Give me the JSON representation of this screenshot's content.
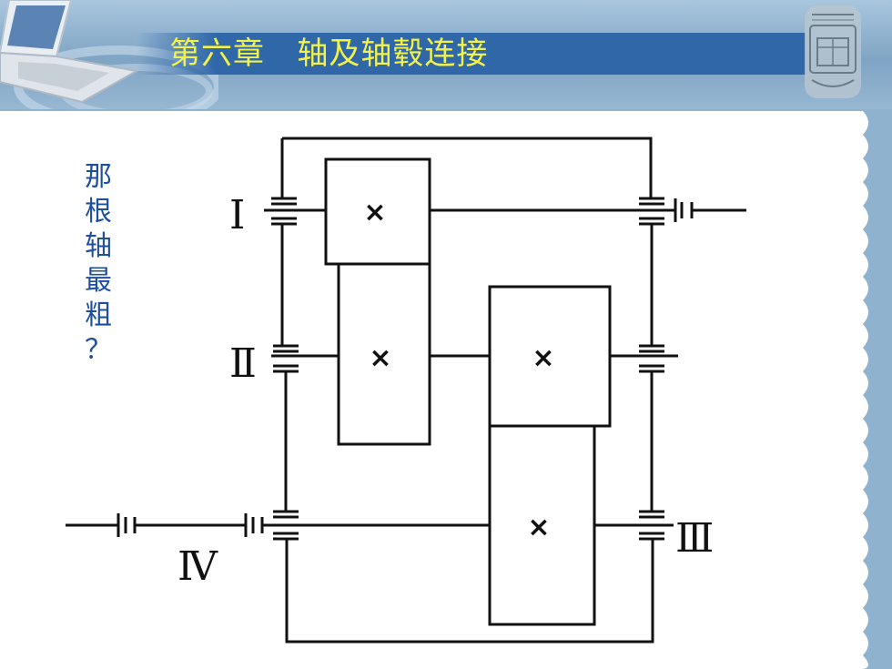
{
  "header": {
    "title": "第六章   轴及轴毂连接"
  },
  "question": {
    "text": "那\n根\n轴\n最\n粗\n？"
  },
  "diagram": {
    "shaft_labels": {
      "shaft_1": "Ⅰ",
      "shaft_2": "Ⅱ",
      "shaft_3": "Ⅲ",
      "shaft_4": "Ⅳ"
    },
    "gear_mark": "×"
  },
  "colors": {
    "title_text": "#f2f24a",
    "title_band": "#2f67a8",
    "question_text": "#1e4f9e",
    "background": "#8fb2cf"
  },
  "icons": {
    "laptop": "laptop-icon",
    "logo": "university-seal-icon"
  }
}
